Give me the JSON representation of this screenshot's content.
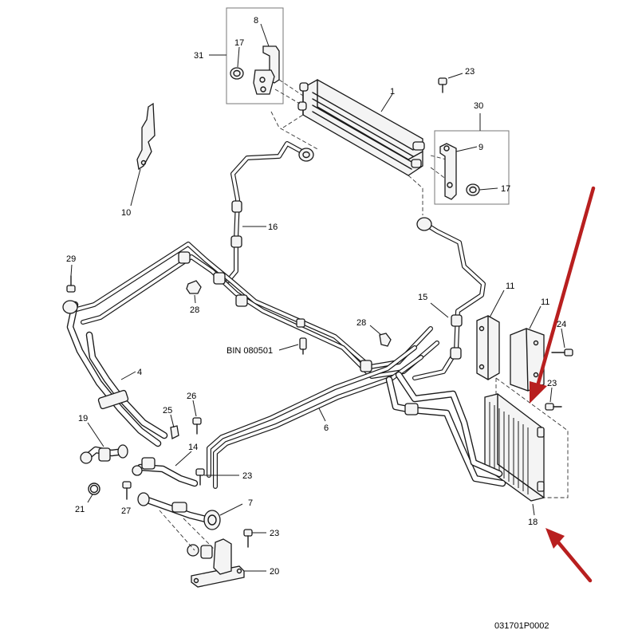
{
  "colors": {
    "line": "#1a1a1a",
    "highlight_arrow": "#b81f1f",
    "background": "#ffffff"
  },
  "callouts": {
    "c1": "1",
    "c4": "4",
    "c6": "6",
    "c7": "7",
    "c8": "8",
    "c9": "9",
    "c10": "10",
    "c11a": "11",
    "c11b": "11",
    "c14": "14",
    "c15": "15",
    "c16": "16",
    "c17a": "17",
    "c17b": "17",
    "c18": "18",
    "c19": "19",
    "c20": "20",
    "c21": "21",
    "c23a": "23",
    "c23b": "23",
    "c23c": "23",
    "c23d": "23",
    "c24": "24",
    "c25": "25",
    "c26": "26",
    "c27": "27",
    "c28a": "28",
    "c28b": "28",
    "c29": "29",
    "c30": "30",
    "c31": "31"
  },
  "bin_note": "BIN 080501",
  "drawing_ref": "031701P0002",
  "highlight_arrows": 2
}
